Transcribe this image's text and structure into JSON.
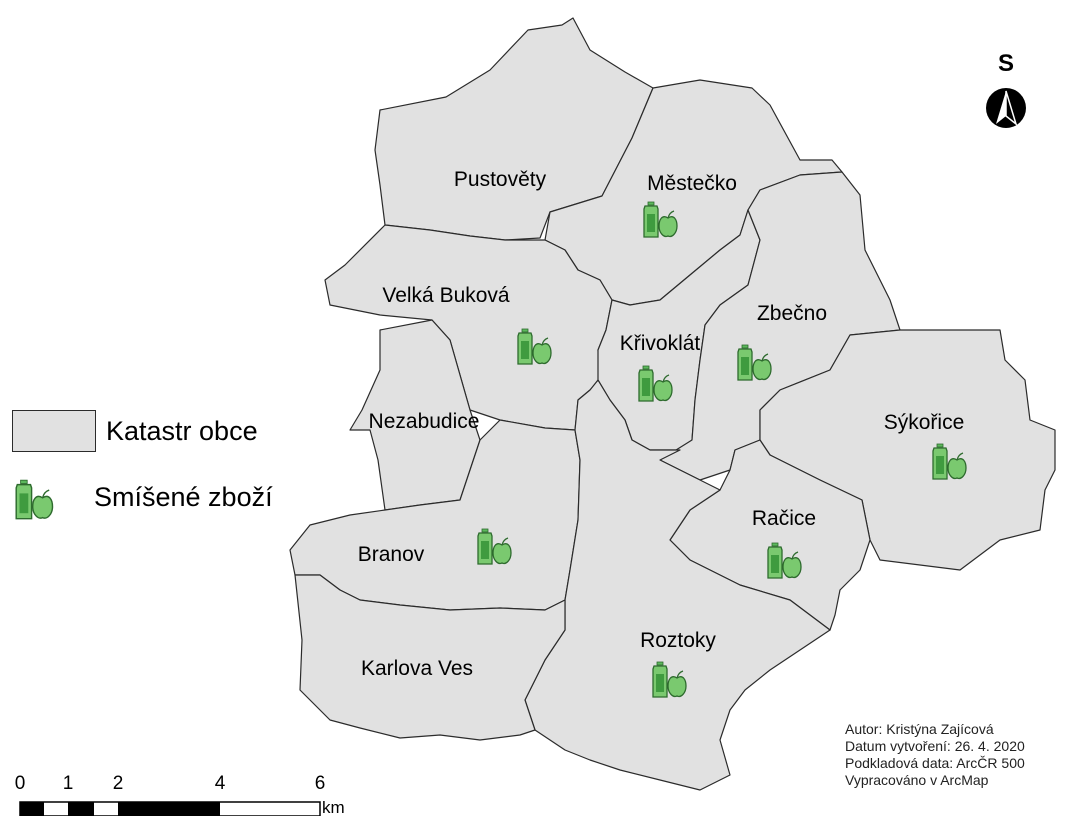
{
  "municipalities": [
    {
      "name": "Pustověty",
      "has_shop": false
    },
    {
      "name": "Městečko",
      "has_shop": true
    },
    {
      "name": "Velká Buková",
      "has_shop": true
    },
    {
      "name": "Křivoklát",
      "has_shop": true
    },
    {
      "name": "Zbečno",
      "has_shop": true
    },
    {
      "name": "Nezabudice",
      "has_shop": false
    },
    {
      "name": "Sýkořice",
      "has_shop": true
    },
    {
      "name": "Račice",
      "has_shop": true
    },
    {
      "name": "Branov",
      "has_shop": true
    },
    {
      "name": "Roztoky",
      "has_shop": true
    },
    {
      "name": "Karlova Ves",
      "has_shop": false
    }
  ],
  "legend": {
    "cadastre_label": "Katastr obce",
    "shop_label": "Smíšené zboží"
  },
  "north": {
    "letter": "S",
    "icon": "north-arrow-icon"
  },
  "credits": {
    "author": "Autor: Kristýna Zajícová",
    "date": "Datum vytvoření: 26. 4. 2020",
    "source": "Podkladová data: ArcČR 500",
    "software": "Vypracováno v ArcMap"
  },
  "scale": {
    "ticks": [
      "0",
      "1",
      "2",
      "4",
      "6"
    ],
    "unit": "km"
  },
  "colors": {
    "cadastre_fill": "#e1e1e1",
    "boundary": "#2b2b2b",
    "shop_icon": "#5cb85c"
  }
}
